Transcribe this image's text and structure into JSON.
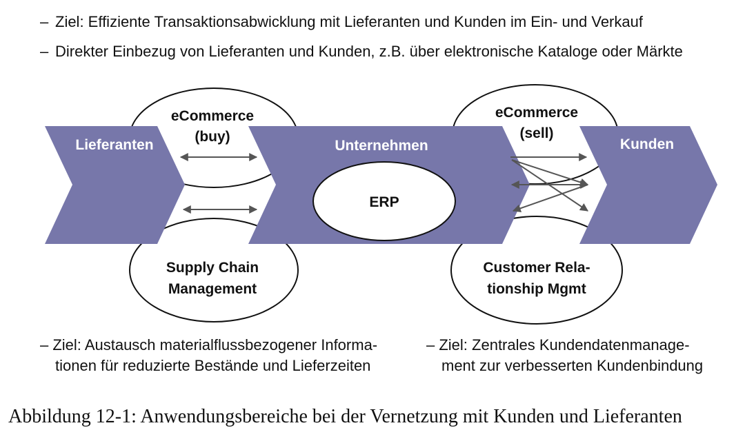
{
  "top_bullets": [
    "Ziel: Effiziente Transaktionsabwicklung mit Lieferanten und Kunden im Ein- und Verkauf",
    "Direkter Einbezug von Lieferanten und Kunden, z.B. über elektronische Kataloge oder Märkte"
  ],
  "diagram": {
    "arrows": {
      "suppliers": "Lieferanten",
      "company": "Unternehmen",
      "customers": "Kunden"
    },
    "ellipses": {
      "ecommerce_buy": [
        "eCommerce",
        "(buy)"
      ],
      "ecommerce_sell": [
        "eCommerce",
        "(sell)"
      ],
      "erp": "ERP",
      "scm": [
        "Supply Chain",
        "Management"
      ],
      "crm": [
        "Customer Rela-",
        "tionship Mgmt"
      ]
    },
    "colors": {
      "arrow_fill": "#7777aa",
      "ellipse_fill": "#ffffff",
      "connector": "#555555"
    }
  },
  "bottom_notes": {
    "left": [
      "Ziel: Austausch materialflussbezogener Informa-",
      "tionen für reduzierte Bestände und Lieferzeiten"
    ],
    "right": [
      "Ziel: Zentrales Kundendatenmanage-",
      "ment zur verbesserten Kundenbindung"
    ]
  },
  "caption": "Abbildung 12-1: Anwendungsbereiche bei der Vernetzung mit Kunden und Lieferanten"
}
